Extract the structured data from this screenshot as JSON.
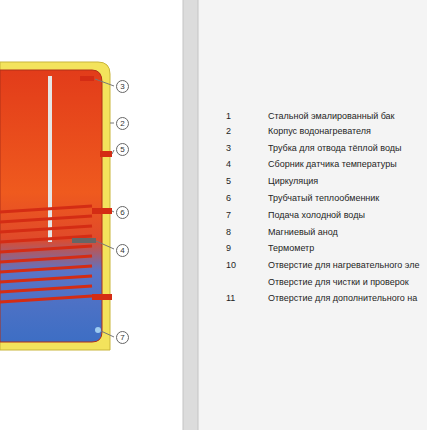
{
  "diagram": {
    "nodes": [
      {
        "text": [
          "3"
        ]
      },
      {
        "text": [
          "2"
        ]
      },
      {
        "text": [
          "5"
        ]
      },
      {
        "text": [
          "6"
        ]
      },
      {
        "text": [
          "4"
        ]
      },
      {
        "text": [
          "7"
        ]
      }
    ],
    "labels": [
      "1",
      "Стальной эмалированный бак",
      "2",
      "Корпус водонагревателя",
      "3",
      "Трубка для отвода тёплой воды",
      "4",
      "Сборник датчика температуры",
      "5",
      "Циркуляция",
      "6",
      "Трубчатый теплообменник",
      "7",
      "Подача холодной воды",
      "8",
      "Магниевый анод",
      "9",
      "Термометр",
      "10",
      "Отверстие для нагревательного эле",
      "Отверстие для чистки и проверок",
      "11",
      "Отверстие для дополнительного на"
    ]
  }
}
